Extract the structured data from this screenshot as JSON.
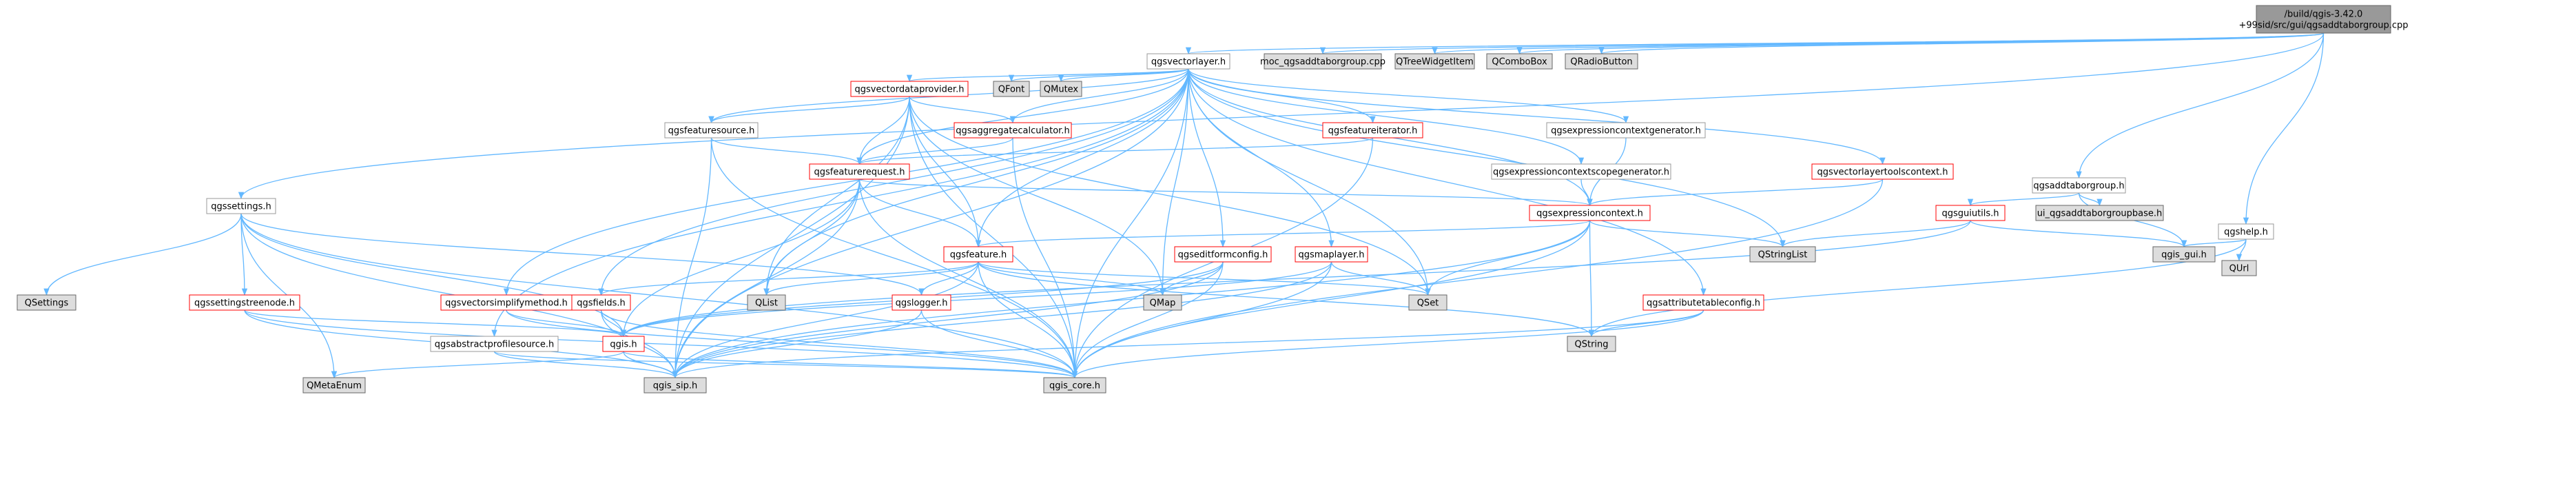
{
  "colors": {
    "edge": "#63b8ff",
    "node_border": "#999999",
    "node_fill": "#ffffff",
    "file_border": "#666666",
    "file_fill": "#dddddd",
    "root_fill": "#999999",
    "red_border": "#ff0000",
    "text": "#000000"
  },
  "nodes": [
    {
      "id": "root",
      "kind": "root",
      "lines": [
        "/build/qgis-3.42.0",
        "+99sid/src/gui/qgsaddtaborgroup.cpp"
      ]
    },
    {
      "id": "qgsvectorlayer",
      "kind": "normal",
      "lines": [
        "qgsvectorlayer.h"
      ]
    },
    {
      "id": "moc",
      "kind": "ext",
      "lines": [
        "moc_qgsaddtaborgroup.cpp"
      ]
    },
    {
      "id": "qtreewidgetitem",
      "kind": "ext",
      "lines": [
        "QTreeWidgetItem"
      ]
    },
    {
      "id": "qcombobox",
      "kind": "ext",
      "lines": [
        "QComboBox"
      ]
    },
    {
      "id": "qradiobutton",
      "kind": "ext",
      "lines": [
        "QRadioButton"
      ]
    },
    {
      "id": "qgssettings",
      "kind": "normal",
      "lines": [
        "qgssettings.h"
      ]
    },
    {
      "id": "qgsaddtaborgroup",
      "kind": "normal",
      "lines": [
        "qgsaddtaborgroup.h"
      ]
    },
    {
      "id": "qgshelp",
      "kind": "normal",
      "lines": [
        "qgshelp.h"
      ]
    },
    {
      "id": "qgsvectordataprovider",
      "kind": "red",
      "lines": [
        "qgsvectordataprovider.h"
      ]
    },
    {
      "id": "qfont",
      "kind": "ext",
      "lines": [
        "QFont"
      ]
    },
    {
      "id": "qmutex",
      "kind": "ext",
      "lines": [
        "QMutex"
      ]
    },
    {
      "id": "qgsfeaturesource",
      "kind": "normal",
      "lines": [
        "qgsfeaturesource.h"
      ]
    },
    {
      "id": "qgsaggregatecalculator",
      "kind": "red",
      "lines": [
        "qgsaggregatecalculator.h"
      ]
    },
    {
      "id": "qgsfeatureiterator",
      "kind": "red",
      "lines": [
        "qgsfeatureiterator.h"
      ]
    },
    {
      "id": "qgsexpressioncontextgenerator",
      "kind": "normal",
      "lines": [
        "qgsexpressioncontextgenerator.h"
      ]
    },
    {
      "id": "qgsfeaturerequest",
      "kind": "red",
      "lines": [
        "qgsfeaturerequest.h"
      ]
    },
    {
      "id": "qgsexpressioncontextscopegenerator",
      "kind": "normal",
      "lines": [
        "qgsexpressioncontextscopegenerator.h"
      ]
    },
    {
      "id": "qgsvectorlayertoolscontext",
      "kind": "red",
      "lines": [
        "qgsvectorlayertoolscontext.h"
      ]
    },
    {
      "id": "qgsexpressioncontext",
      "kind": "red",
      "lines": [
        "qgsexpressioncontext.h"
      ]
    },
    {
      "id": "qgsguiutils",
      "kind": "red",
      "lines": [
        "qgsguiutils.h"
      ]
    },
    {
      "id": "ui_qgsaddtaborgroupbase",
      "kind": "ext",
      "lines": [
        "ui_qgsaddtaborgroupbase.h"
      ]
    },
    {
      "id": "qgsfeature",
      "kind": "red",
      "lines": [
        "qgsfeature.h"
      ]
    },
    {
      "id": "qgseditformconfig",
      "kind": "red",
      "lines": [
        "qgseditformconfig.h"
      ]
    },
    {
      "id": "qgsmaplayer",
      "kind": "red",
      "lines": [
        "qgsmaplayer.h"
      ]
    },
    {
      "id": "qstringlist",
      "kind": "ext",
      "lines": [
        "QStringList"
      ]
    },
    {
      "id": "qgis_gui",
      "kind": "ext",
      "lines": [
        "qgis_gui.h"
      ]
    },
    {
      "id": "qurl",
      "kind": "ext",
      "lines": [
        "QUrl"
      ]
    },
    {
      "id": "qsettings",
      "kind": "ext",
      "lines": [
        "QSettings"
      ]
    },
    {
      "id": "qgssettingstreenode",
      "kind": "red",
      "lines": [
        "qgssettingstreenode.h"
      ]
    },
    {
      "id": "qgsvectorsimplifymethod",
      "kind": "red",
      "lines": [
        "qgsvectorsimplifymethod.h"
      ]
    },
    {
      "id": "qgsfields",
      "kind": "red",
      "lines": [
        "qgsfields.h"
      ]
    },
    {
      "id": "qlist",
      "kind": "ext",
      "lines": [
        "QList"
      ]
    },
    {
      "id": "qgslogger",
      "kind": "red",
      "lines": [
        "qgslogger.h"
      ]
    },
    {
      "id": "qmap",
      "kind": "ext",
      "lines": [
        "QMap"
      ]
    },
    {
      "id": "qset",
      "kind": "ext",
      "lines": [
        "QSet"
      ]
    },
    {
      "id": "qgsattributetableconfig",
      "kind": "red",
      "lines": [
        "qgsattributetableconfig.h"
      ]
    },
    {
      "id": "qgsabstractprofilesource",
      "kind": "normal",
      "lines": [
        "qgsabstractprofilesource.h"
      ]
    },
    {
      "id": "qgis",
      "kind": "red",
      "lines": [
        "qgis.h"
      ]
    },
    {
      "id": "qstring",
      "kind": "ext",
      "lines": [
        "QString"
      ]
    },
    {
      "id": "qmetaenum",
      "kind": "ext",
      "lines": [
        "QMetaEnum"
      ]
    },
    {
      "id": "qgis_sip",
      "kind": "ext",
      "lines": [
        "qgis_sip.h"
      ]
    },
    {
      "id": "qgis_core",
      "kind": "ext",
      "lines": [
        "qgis_core.h"
      ]
    }
  ],
  "edges": [
    [
      "root",
      "qgsvectorlayer"
    ],
    [
      "root",
      "moc"
    ],
    [
      "root",
      "qtreewidgetitem"
    ],
    [
      "root",
      "qcombobox"
    ],
    [
      "root",
      "qradiobutton"
    ],
    [
      "root",
      "qgssettings"
    ],
    [
      "root",
      "qgsaddtaborgroup"
    ],
    [
      "root",
      "qgshelp"
    ],
    [
      "qgsvectorlayer",
      "qgis_core"
    ],
    [
      "qgsvectorlayer",
      "qgis_sip"
    ],
    [
      "qgsvectorlayer",
      "qgsvectordataprovider"
    ],
    [
      "qgsvectorlayer",
      "qfont"
    ],
    [
      "qgsvectorlayer",
      "qmutex"
    ],
    [
      "qgsvectorlayer",
      "qgsfeaturesource"
    ],
    [
      "qgsvectorlayer",
      "qgsaggregatecalculator"
    ],
    [
      "qgsvectorlayer",
      "qgsfeatureiterator"
    ],
    [
      "qgsvectorlayer",
      "qgsexpressioncontextgenerator"
    ],
    [
      "qgsvectorlayer",
      "qgsfeaturerequest"
    ],
    [
      "qgsvectorlayer",
      "qgsexpressioncontextscopegenerator"
    ],
    [
      "qgsvectorlayer",
      "qgsvectorlayertoolscontext"
    ],
    [
      "qgsvectorlayer",
      "qgsexpressioncontext"
    ],
    [
      "qgsvectorlayer",
      "qgsfeature"
    ],
    [
      "qgsvectorlayer",
      "qgseditformconfig"
    ],
    [
      "qgsvectorlayer",
      "qgsmaplayer"
    ],
    [
      "qgsvectorlayer",
      "qgsvectorsimplifymethod"
    ],
    [
      "qgsvectorlayer",
      "qgsfields"
    ],
    [
      "qgsvectorlayer",
      "qlist"
    ],
    [
      "qgsvectorlayer",
      "qmap"
    ],
    [
      "qgsvectorlayer",
      "qset"
    ],
    [
      "qgsvectorlayer",
      "qstringlist"
    ],
    [
      "qgsvectorlayer",
      "qgsattributetableconfig"
    ],
    [
      "qgsvectorlayer",
      "qgsabstractprofilesource"
    ],
    [
      "qgsvectordataprovider",
      "qgsfeaturesource"
    ],
    [
      "qgsvectordataprovider",
      "qgsaggregatecalculator"
    ],
    [
      "qgsvectordataprovider",
      "qgsfeaturerequest"
    ],
    [
      "qgsvectordataprovider",
      "qgsfeature"
    ],
    [
      "qgsvectordataprovider",
      "qgis_sip"
    ],
    [
      "qgsvectordataprovider",
      "qgis_core"
    ],
    [
      "qgsvectordataprovider",
      "qlist"
    ],
    [
      "qgsvectordataprovider",
      "qmap"
    ],
    [
      "qgsvectordataprovider",
      "qset"
    ],
    [
      "qgsfeaturesource",
      "qgsfeaturerequest"
    ],
    [
      "qgsfeaturesource",
      "qgis_core"
    ],
    [
      "qgsfeaturesource",
      "qgis_sip"
    ],
    [
      "qgsaggregatecalculator",
      "qgsfeaturerequest"
    ],
    [
      "qgsaggregatecalculator",
      "qgis_core"
    ],
    [
      "qgsfeatureiterator",
      "qgsfeaturerequest"
    ],
    [
      "qgsfeatureiterator",
      "qgis_core"
    ],
    [
      "qgsexpressioncontextgenerator",
      "qgsexpressioncontext"
    ],
    [
      "qgsexpressioncontextscopegenerator",
      "qgsexpressioncontext"
    ],
    [
      "qgsvectorlayertoolscontext",
      "qgsexpressioncontext"
    ],
    [
      "qgsvectorlayertoolscontext",
      "qgis_core"
    ],
    [
      "qgsfeaturerequest",
      "qgsexpressioncontext"
    ],
    [
      "qgsfeaturerequest",
      "qgsfeature"
    ],
    [
      "qgsfeaturerequest",
      "qlist"
    ],
    [
      "qgsfeaturerequest",
      "qgis"
    ],
    [
      "qgsfeaturerequest",
      "qgis_core"
    ],
    [
      "qgsfeaturerequest",
      "qgis_sip"
    ],
    [
      "qgsexpressioncontext",
      "qgsfeature"
    ],
    [
      "qgsexpressioncontext",
      "qstringlist"
    ],
    [
      "qgsexpressioncontext",
      "qset"
    ],
    [
      "qgsexpressioncontext",
      "qstring"
    ],
    [
      "qgsexpressioncontext",
      "qgis_core"
    ],
    [
      "qgsexpressioncontext",
      "qgis_sip"
    ],
    [
      "qgsfeature",
      "qgsfields"
    ],
    [
      "qgsfeature",
      "qlist"
    ],
    [
      "qgsfeature",
      "qgslogger"
    ],
    [
      "qgsfeature",
      "qmap"
    ],
    [
      "qgsfeature",
      "qset"
    ],
    [
      "qgsfeature",
      "qstring"
    ],
    [
      "qgsfeature",
      "qgis_core"
    ],
    [
      "qgsfeature",
      "qgis_sip"
    ],
    [
      "qgseditformconfig",
      "qmap"
    ],
    [
      "qgseditformconfig",
      "qgis"
    ],
    [
      "qgseditformconfig",
      "qgis_core"
    ],
    [
      "qgseditformconfig",
      "qgis_sip"
    ],
    [
      "qgsmaplayer",
      "qset"
    ],
    [
      "qgsmaplayer",
      "qgis"
    ],
    [
      "qgsmaplayer",
      "qgis_core"
    ],
    [
      "qgsmaplayer",
      "qgis_sip"
    ],
    [
      "qgsaddtaborgroup",
      "ui_qgsaddtaborgroupbase"
    ],
    [
      "qgsaddtaborgroup",
      "qgsguiutils"
    ],
    [
      "qgsaddtaborgroup",
      "qgis_gui"
    ],
    [
      "qgsguiutils",
      "qstringlist"
    ],
    [
      "qgsguiutils",
      "qgis_gui"
    ],
    [
      "qgsguiutils",
      "qgis"
    ],
    [
      "qgshelp",
      "qgis_gui"
    ],
    [
      "qgshelp",
      "qurl"
    ],
    [
      "qgshelp",
      "qstring"
    ],
    [
      "qgssettings",
      "qsettings"
    ],
    [
      "qgssettings",
      "qmetaenum"
    ],
    [
      "qgssettings",
      "qgssettingstreenode"
    ],
    [
      "qgssettings",
      "qgslogger"
    ],
    [
      "qgssettings",
      "qgis_core"
    ],
    [
      "qgssettings",
      "qgis_sip"
    ],
    [
      "qgssettings",
      "qgis"
    ],
    [
      "qgssettingstreenode",
      "qgis"
    ],
    [
      "qgssettingstreenode",
      "qgis_core"
    ],
    [
      "qgssettingstreenode",
      "qgis_sip"
    ],
    [
      "qgsvectorsimplifymethod",
      "qgis"
    ],
    [
      "qgsvectorsimplifymethod",
      "qgis_core"
    ],
    [
      "qgsfields",
      "qgis"
    ],
    [
      "qgsfields",
      "qgis_core"
    ],
    [
      "qgsfields",
      "qgis_sip"
    ],
    [
      "qgslogger",
      "qgis_core"
    ],
    [
      "qgslogger",
      "qgis_sip"
    ],
    [
      "qgsattributetableconfig",
      "qstring"
    ],
    [
      "qgsattributetableconfig",
      "qgis_core"
    ],
    [
      "qgsattributetableconfig",
      "qgis_sip"
    ],
    [
      "qgsabstractprofilesource",
      "qgis_core"
    ],
    [
      "qgsabstractprofilesource",
      "qgis_sip"
    ],
    [
      "qgis",
      "qmetaenum"
    ],
    [
      "qgis",
      "qgis_sip"
    ],
    [
      "qgis",
      "qgis_core"
    ]
  ]
}
